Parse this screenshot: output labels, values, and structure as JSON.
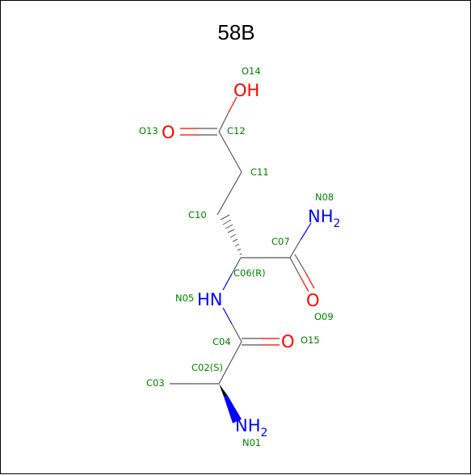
{
  "title": "58B",
  "colors": {
    "bond": "#555555",
    "oxygen": "#ff0000",
    "nitrogen": "#0000ff",
    "label": "#008000",
    "title": "#000000"
  },
  "atoms": {
    "oh": {
      "main": "OH"
    },
    "o13": {
      "main": "O"
    },
    "nh2_top": {
      "main": "NH",
      "sub": "2"
    },
    "o09": {
      "main": "O"
    },
    "hn": {
      "main": "HN"
    },
    "o15": {
      "main": "O"
    },
    "nh2_bottom": {
      "main": "NH",
      "sub": "2"
    }
  },
  "labels": {
    "o14": "O14",
    "o13": "O13",
    "c12": "C12",
    "c11": "C11",
    "n08": "N08",
    "c10": "C10",
    "c07": "C07",
    "c06": "C06(R)",
    "n05": "N05",
    "o09": "O09",
    "c04": "C04",
    "o15": "O15",
    "c02": "C02(S)",
    "c03": "C03",
    "n01": "N01"
  }
}
